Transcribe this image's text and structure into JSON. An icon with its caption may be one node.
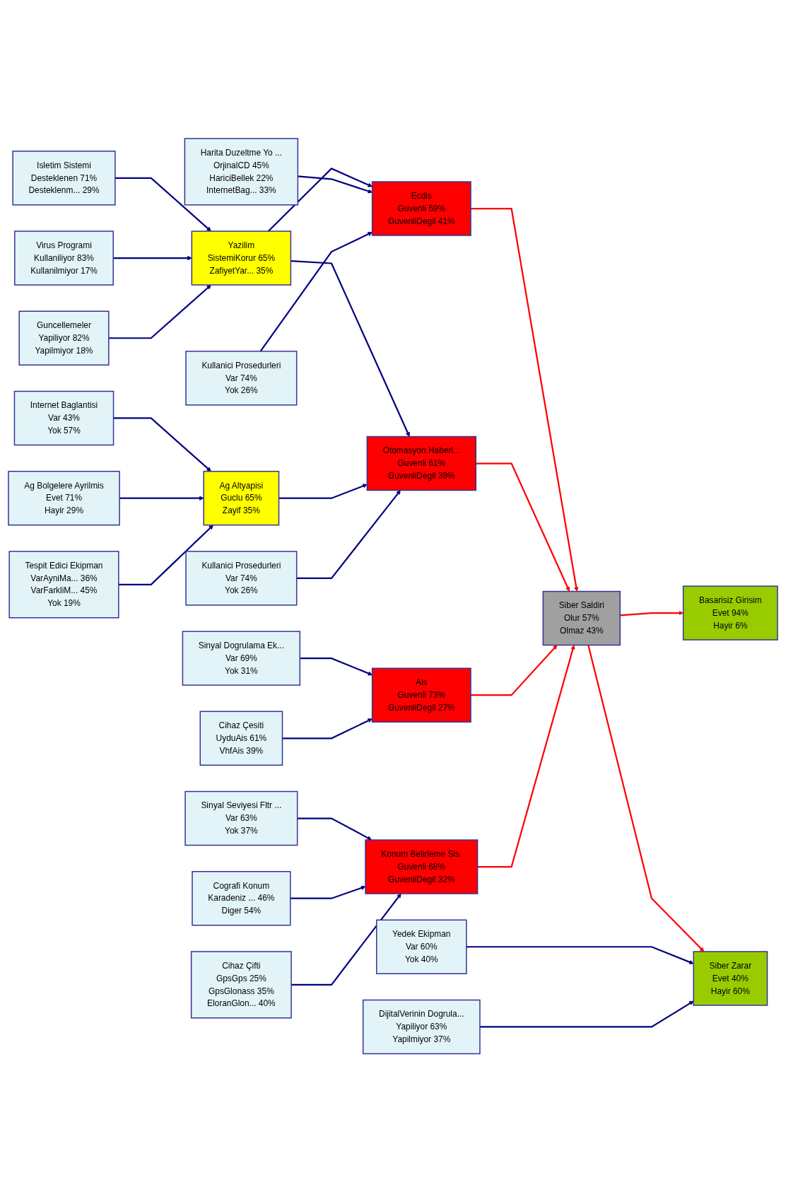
{
  "diagram": {
    "nodes": [
      {
        "text": [
          "Isletim Sistemi",
          "Desteklenen 71%",
          "Desteklenm... 29%"
        ]
      },
      {
        "text": [
          "Virus Programi",
          "Kullaniliyor 83%",
          "Kullanilmiyor 17%"
        ]
      },
      {
        "text": [
          "Guncellemeler",
          "Yapiliyor 82%",
          "Yapilmiyor 18%"
        ]
      },
      {
        "text": [
          "Internet Baglantisi",
          "Var 43%",
          "Yok 57%"
        ]
      },
      {
        "text": [
          "Ag Bolgelere Ayrilmis",
          "Evet 71%",
          "Hayir 29%"
        ]
      },
      {
        "text": [
          "Tespit Edici Ekipman",
          "VarAyniMa... 36%",
          "VarFarkliM... 45%",
          "Yok 19%"
        ]
      },
      {
        "text": [
          "Yazilim",
          "SistemiKorur 65%",
          "ZafiyetYar... 35%"
        ]
      },
      {
        "text": [
          "Ag Altyapisi",
          "Guclu 65%",
          "Zayif 35%"
        ]
      },
      {
        "text": [
          "Harita Duzeltme Yo ...",
          "OrjinalCD 45%",
          "HariciBellek 22%",
          "InternetBag... 33%"
        ]
      },
      {
        "text": [
          "Kullanici Prosedurleri",
          "Var 74%",
          "Yok 26%"
        ]
      },
      {
        "text": [
          "Kullanici Prosedurleri",
          "Var 74%",
          "Yok 26%"
        ]
      },
      {
        "text": [
          "Ecdis",
          "Guvenli 59%",
          "GuvenliDegil 41%"
        ]
      },
      {
        "text": [
          "Otomasyon Haberl...",
          "Guvenli 61%",
          "GuvenliDegil 39%"
        ]
      },
      {
        "text": [
          "Sinyal Dogrulama Ek...",
          "Var 69%",
          "Yok 31%"
        ]
      },
      {
        "text": [
          "Cihaz Çesiti",
          "UyduAis 61%",
          "VhfAis 39%"
        ]
      },
      {
        "text": [
          "Ais",
          "Guvenli 73%",
          "GuvenliDegil 27%"
        ]
      },
      {
        "text": [
          "Siber Saldiri",
          "Olur 57%",
          "Olmaz 43%"
        ]
      },
      {
        "text": [
          "Basarisiz Girisim",
          "Evet 94%",
          "Hayir 6%"
        ]
      },
      {
        "text": [
          "Siber Zarar",
          "Evet 40%",
          "Hayir 60%"
        ]
      },
      {
        "text": [
          "Konum Belirleme Sis.",
          "Guvenli 68%",
          "GuvenliDegil 32%"
        ]
      },
      {
        "text": [
          "Sinyal Seviyesi Fltr ...",
          "Var 63%",
          "Yok 37%"
        ]
      },
      {
        "text": [
          "Cografi Konum",
          "Karadeniz ... 46%",
          "Diger 54%"
        ]
      },
      {
        "text": [
          "Cihaz Çifti",
          "GpsGps 25%",
          "GpsGlonass 35%",
          "EloranGlon... 40%"
        ]
      },
      {
        "text": [
          "Yedek Ekipman",
          "Var 60%",
          "Yok 40%"
        ]
      },
      {
        "text": [
          "DijitalVerinin Dogrula...",
          "Yapiliyor 63%",
          "Yapilmiyor 37%"
        ]
      }
    ],
    "edges": [
      {
        "from": 0,
        "to": 6,
        "arrow": "to"
      },
      {
        "from": 1,
        "to": 6,
        "arrow": "to"
      },
      {
        "from": 2,
        "to": 6,
        "arrow": "to"
      },
      {
        "from": 3,
        "to": 7,
        "arrow": "to"
      },
      {
        "from": 4,
        "to": 7,
        "arrow": "to"
      },
      {
        "from": 5,
        "to": 7,
        "arrow": "to"
      },
      {
        "from": 6,
        "to": 11,
        "arrow": "to"
      },
      {
        "from": 6,
        "to": 12,
        "arrow": "to"
      },
      {
        "from": 7,
        "to": 12,
        "arrow": "to"
      },
      {
        "from": 8,
        "to": 11,
        "arrow": "to"
      },
      {
        "from": 9,
        "to": 12,
        "arrow": "to"
      },
      {
        "from": 10,
        "to": 11,
        "arrow": "to"
      },
      {
        "from": 13,
        "to": 15,
        "arrow": "to"
      },
      {
        "from": 14,
        "to": 15,
        "arrow": "to"
      },
      {
        "from": 11,
        "to": 16,
        "arrow": "to",
        "color": "#ff0000"
      },
      {
        "from": 12,
        "to": 16,
        "arrow": "to",
        "color": "#ff0000"
      },
      {
        "from": 15,
        "to": 16,
        "arrow": "to",
        "color": "#ff0000"
      },
      {
        "from": 19,
        "to": 16,
        "arrow": "to",
        "color": "#ff0000"
      },
      {
        "from": 16,
        "to": 17,
        "arrow": "to",
        "color": "#ff0000"
      },
      {
        "from": 16,
        "to": 18,
        "arrow": "to",
        "color": "#ff0000"
      },
      {
        "from": 20,
        "to": 19,
        "arrow": "to"
      },
      {
        "from": 21,
        "to": 19,
        "arrow": "to"
      },
      {
        "from": 22,
        "to": 19,
        "arrow": "to"
      },
      {
        "from": 23,
        "to": 18,
        "arrow": "to"
      },
      {
        "from": 24,
        "to": 18,
        "arrow": "to"
      }
    ]
  }
}
